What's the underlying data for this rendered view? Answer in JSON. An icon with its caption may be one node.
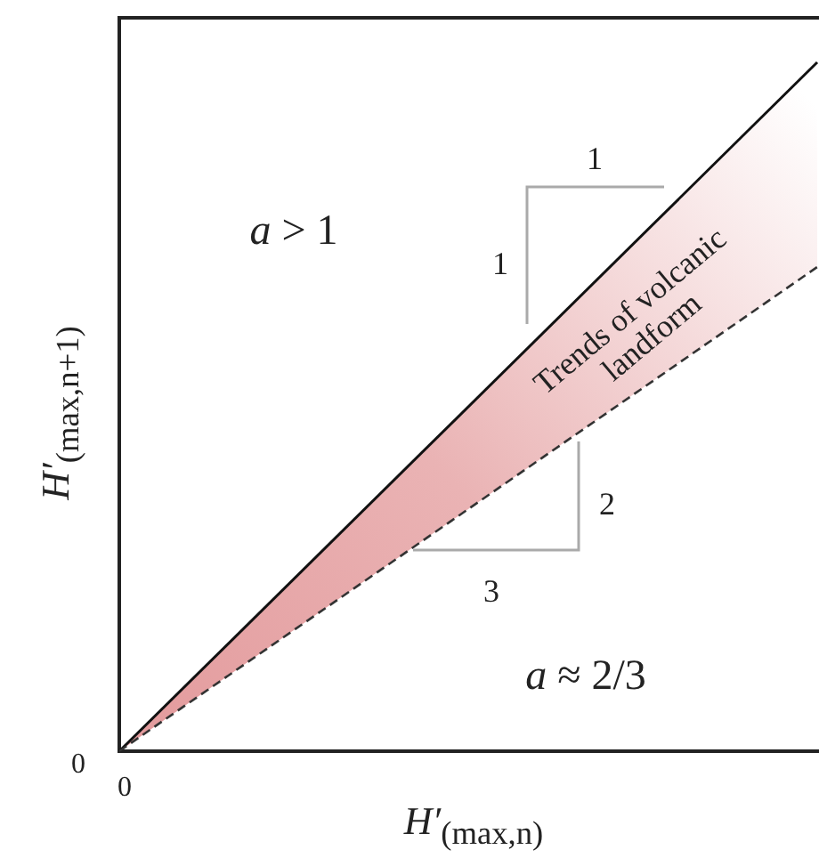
{
  "diagram": {
    "labels": [
      "1",
      "*a* > 1",
      "1",
      "Trends of volcanic landform",
      "*H′*$_{(max,n+1)}$",
      "2",
      "3",
      "*a* ≈ 2/3",
      "0",
      "0",
      "*H′*$_{(max,n)}$"
    ]
  }
}
